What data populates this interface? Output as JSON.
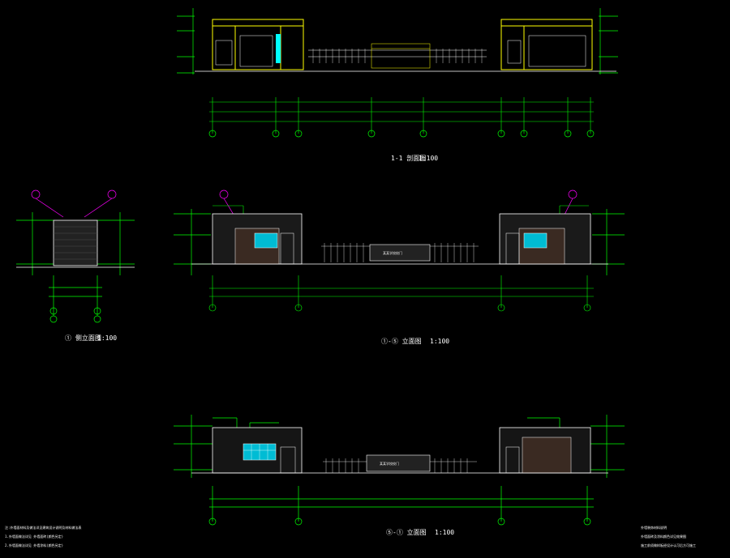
{
  "drawing": {
    "views": [
      {
        "id": "section-1-1",
        "title": "1-1 剖面图",
        "scale": "1:100"
      },
      {
        "id": "side-elevation",
        "title": "① 侧立面图",
        "scale": "1:100"
      },
      {
        "id": "front-elevation",
        "title": "①-⑤ 立面图",
        "scale": "1:100"
      },
      {
        "id": "rear-elevation",
        "title": "⑤-① 立面图",
        "scale": "1:100"
      }
    ],
    "gate_sign": "某某学校校门",
    "notes_left": [
      "注:外墙面材料及做法详见建筑设计说明及材料做法表",
      "1.外墙面做法详见  外墙面砖(颜色另定)",
      "2.外墙面做法详见  外墙涂料(颜色另定)"
    ],
    "notes_right": [
      "外墙装饰材料说明",
      "外墙面砖及涂料颜色详见效果图",
      "施工前须做样板经设计认可后方可施工"
    ],
    "colors": {
      "background": "#000000",
      "lines": "#ffffff",
      "dimension": "#00ff00",
      "annotation": "#ff00ff",
      "outline": "#ffff00",
      "glazing": "#00ffff"
    }
  }
}
